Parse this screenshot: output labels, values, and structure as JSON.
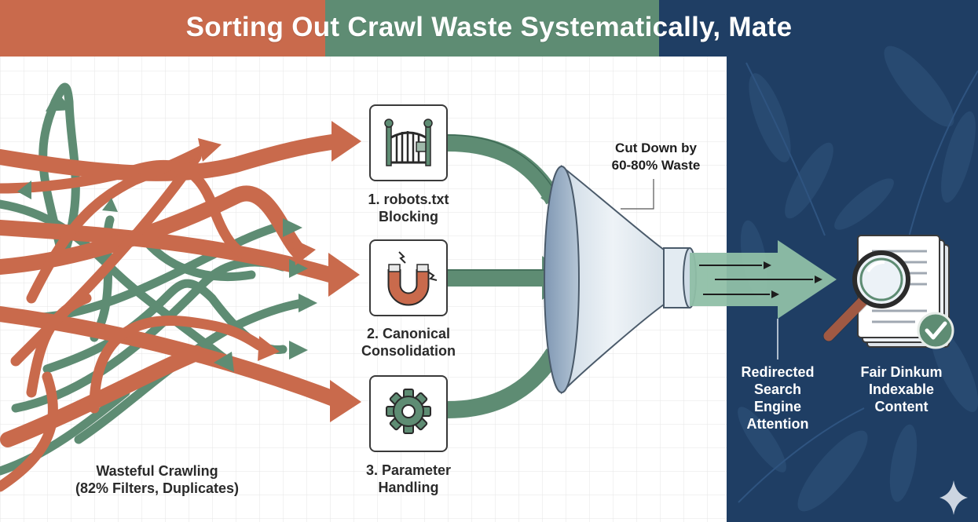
{
  "title": "Sorting Out Crawl Waste Systematically, Mate",
  "colors": {
    "terracotta": "#C96A4C",
    "sage": "#5E8C73",
    "navy": "#1F3E64",
    "pale_sage": "#8FBFA6"
  },
  "funnel": {
    "annotation": "Cut Down by\n60-80% Waste"
  },
  "steps": [
    {
      "label": "1. robots.txt\nBlocking",
      "icon": "gate-icon"
    },
    {
      "label": "2. Canonical\nConsolidation",
      "icon": "magnet-icon"
    },
    {
      "label": "3. Parameter\nHandling",
      "icon": "gear-icon"
    }
  ],
  "left_caption": "Wasteful Crawling\n(82% Filters, Duplicates)",
  "outputs": {
    "redirected": "Redirected\nSearch\nEngine\nAttention",
    "content": "Fair Dinkum\nIndexable\nContent"
  }
}
